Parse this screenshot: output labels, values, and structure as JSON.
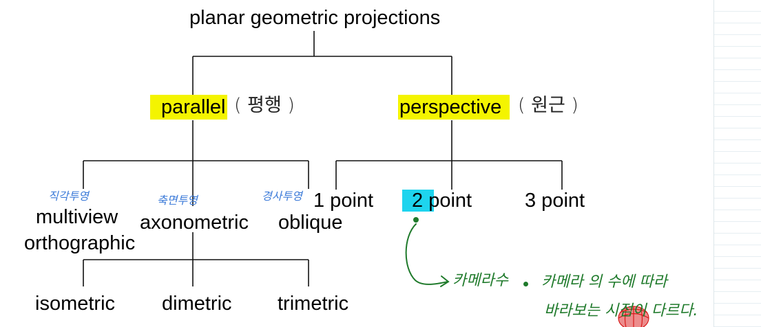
{
  "diagram": {
    "root": "planar geometric projections",
    "parallel": {
      "label": "parallel",
      "note": "( 평행 )",
      "highlight_color": "#f4f400"
    },
    "perspective": {
      "label": "perspective",
      "note": "( 원근 )",
      "highlight_color": "#f4f400"
    },
    "parallel_children": {
      "multiview": {
        "line1": "multiview",
        "line2": "orthographic",
        "note": "직각투영"
      },
      "axonometric": {
        "label": "axonometric",
        "note": "축면투영"
      },
      "oblique": {
        "label": "oblique",
        "note": "경사투영"
      }
    },
    "axonometric_children": [
      "isometric",
      "dimetric",
      "trimetric"
    ],
    "perspective_children": [
      "1 point",
      "2 point",
      "3 point"
    ],
    "two_point_highlight_num": "2",
    "two_point_highlight_rest": " point",
    "two_point_highlight_color": "#1ed4ee",
    "annotation": {
      "line1_a": "카메라수",
      "line1_b": "카메라 의 수에 따라",
      "line2": "바라보는 시점이 다르다.",
      "color": "#1f7a2b"
    }
  }
}
